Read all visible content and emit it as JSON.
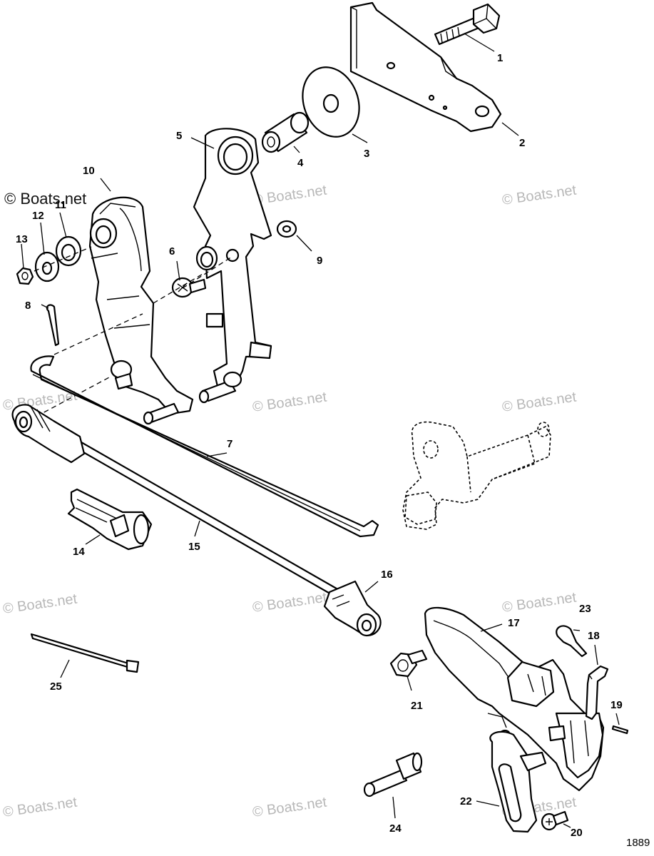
{
  "watermark": "© Boats.net",
  "figure_number": "1889",
  "callouts": {
    "c1": "1",
    "c2": "2",
    "c3": "3",
    "c4": "4",
    "c5": "5",
    "c6": "6",
    "c7": "7",
    "c8": "8",
    "c9": "9",
    "c10": "10",
    "c11": "11",
    "c12": "12",
    "c13": "13",
    "c14": "14",
    "c15": "15",
    "c16": "16",
    "c17": "17",
    "c18": "18",
    "c19": "19",
    "c20": "20",
    "c21": "21",
    "c22": "22",
    "c23": "23",
    "c24": "24",
    "c25": "25"
  }
}
